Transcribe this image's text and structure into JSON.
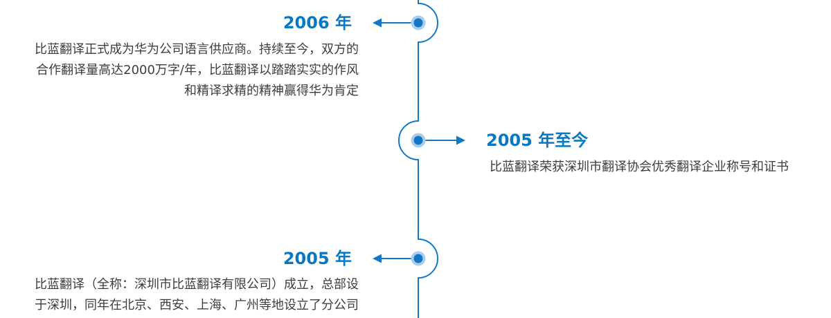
{
  "colors": {
    "background": "#ffffff",
    "accent": "#1178c6",
    "year_text": "#0878c3",
    "dot_core": "#1576c5",
    "dot_ring": "#a9cdea",
    "body_text": "#3d3d3d"
  },
  "timeline": {
    "events": [
      {
        "year": "2006 年",
        "side": "left",
        "description": "比蓝翻译正式成为华为公司语言供应商。持续至今，双方的\n合作翻译量高达2000万字/年，比蓝翻译以踏踏实实的作风\n和精译求精的精神赢得华为肯定"
      },
      {
        "year": "2005 年至今",
        "side": "right",
        "description": "比蓝翻译荣获深圳市翻译协会优秀翻译企业称号和证书"
      },
      {
        "year": "2005 年",
        "side": "left",
        "description": "比蓝翻译（全称：深圳市比蓝翻译有限公司）成立，总部设\n于深圳，同年在北京、西安、上海、广州等地设立了分公司"
      }
    ]
  }
}
